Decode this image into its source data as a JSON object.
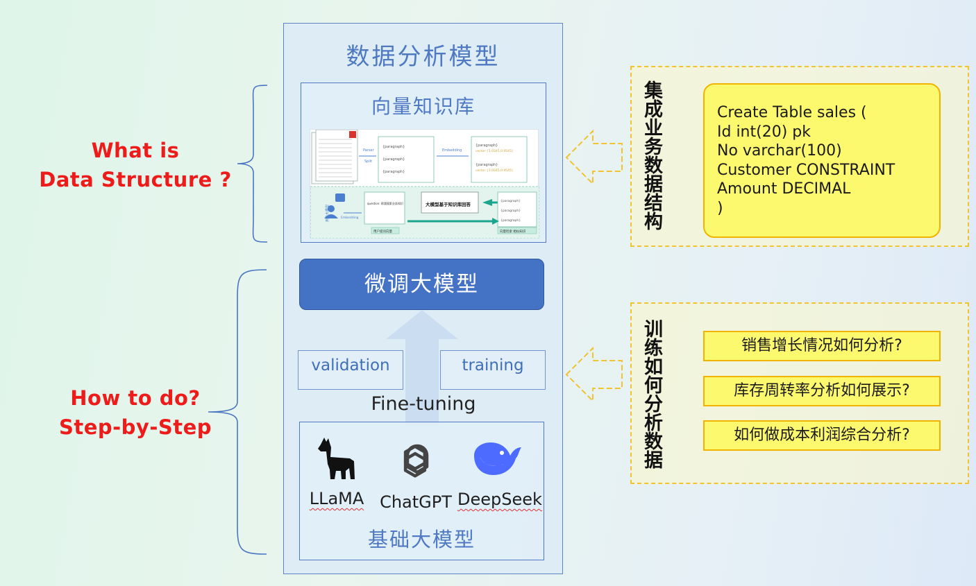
{
  "questions": {
    "what_line1": "What is",
    "what_line2": "Data Structure ?",
    "how_line1": "How to do?",
    "how_line2": "Step-by-Step"
  },
  "main_panel": {
    "title": "数据分析模型",
    "vector_kb_title": "向量知识库",
    "finetune_title": "微调大模型",
    "validation_label": "validation",
    "training_label": "training",
    "finetuning_label": "Fine-tuning",
    "base_title": "基础大模型",
    "models": [
      "LLaMA",
      "ChatGPT",
      "DeepSeek"
    ]
  },
  "rag_diagram": {
    "parser": "Parser",
    "split": "Split",
    "embedding_top": "Embedding",
    "paragraph": "{paragraph}",
    "vector_snip": "vector: [1.0345,0.9545]",
    "user_label": "用户大模型",
    "query_text": "question: 帮我搜索业务知识",
    "embedding_bottom": "Embedding",
    "llm_label": "大模型基于知识库回答",
    "footer_left": "用户提问向量",
    "footer_right": "向量检索 相似知识"
  },
  "schema_panel": {
    "title": "集成业务数据结构",
    "code_lines": [
      "Create Table sales (",
      "Id int(20) pk",
      "No varchar(100)",
      "Customer CONSTRAINT",
      "Amount DECIMAL",
      ")"
    ]
  },
  "train_panel": {
    "title": "训练如何分析数据",
    "questions": [
      "销售增长情况如何分析?",
      "库存周转率分析如何展示?",
      "如何做成本利润综合分析?"
    ]
  },
  "colors": {
    "question_red": "#ee1b1b",
    "accent_blue": "#4472c4",
    "title_blue": "#4f79c2",
    "yellow_fill": "#fdf96e",
    "yellow_border": "#f0b400"
  }
}
